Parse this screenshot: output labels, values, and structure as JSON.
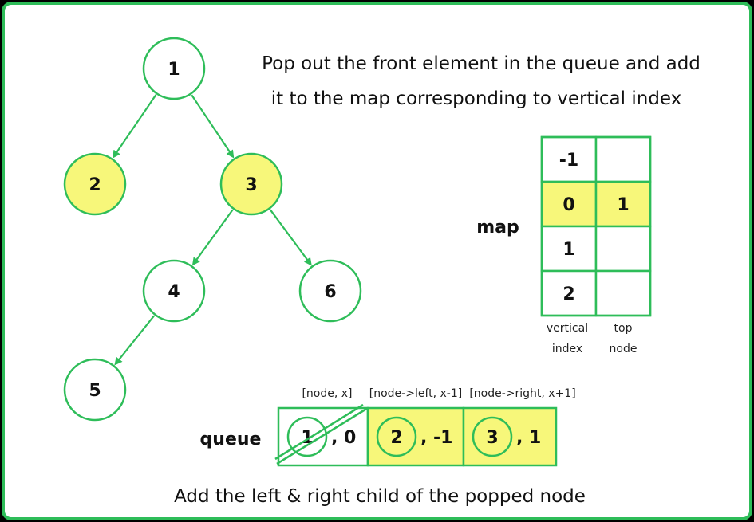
{
  "colors": {
    "accent": "#2ebd59",
    "highlight": "#f7f77a",
    "background": "#ffffff",
    "text": "#111111"
  },
  "caption_top": {
    "line1": "Pop out the front element in the queue and add",
    "line2": "it to the map corresponding to vertical index"
  },
  "caption_bottom": "Add the  left & right child of the popped node",
  "tree": {
    "nodes": [
      {
        "id": "n1",
        "label": "1",
        "highlighted": false
      },
      {
        "id": "n2",
        "label": "2",
        "highlighted": true
      },
      {
        "id": "n3",
        "label": "3",
        "highlighted": true
      },
      {
        "id": "n4",
        "label": "4",
        "highlighted": false
      },
      {
        "id": "n5",
        "label": "5",
        "highlighted": false
      },
      {
        "id": "n6",
        "label": "6",
        "highlighted": false
      }
    ],
    "edges": [
      {
        "from": "n1",
        "to": "n2"
      },
      {
        "from": "n1",
        "to": "n3"
      },
      {
        "from": "n3",
        "to": "n4"
      },
      {
        "from": "n3",
        "to": "n6"
      },
      {
        "from": "n4",
        "to": "n5"
      }
    ]
  },
  "map": {
    "label": "map",
    "rows": [
      {
        "index": "-1",
        "value": "",
        "highlighted": false
      },
      {
        "index": "0",
        "value": "1",
        "highlighted": true
      },
      {
        "index": "1",
        "value": "",
        "highlighted": false
      },
      {
        "index": "2",
        "value": "",
        "highlighted": false
      }
    ],
    "col1_label_line1": "vertical",
    "col1_label_line2": "index",
    "col2_label_line1": "top",
    "col2_label_line2": "node"
  },
  "queue": {
    "label": "queue",
    "cells": [
      {
        "header": "[node, x]",
        "node": "1",
        "offset": ", 0",
        "popped": true,
        "highlighted": false
      },
      {
        "header": "[node->left, x-1]",
        "node": "2",
        "offset": ", -1",
        "popped": false,
        "highlighted": true
      },
      {
        "header": "[node->right, x+1]",
        "node": "3",
        "offset": ", 1",
        "popped": false,
        "highlighted": true
      }
    ]
  }
}
